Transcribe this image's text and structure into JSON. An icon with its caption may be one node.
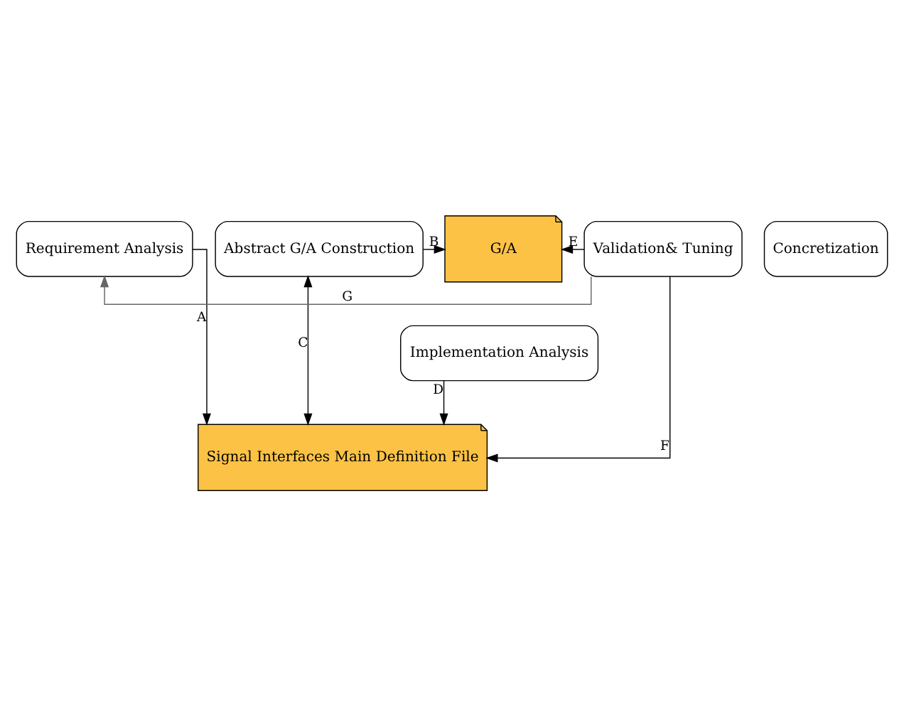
{
  "diagram": {
    "nodes": [
      {
        "text": [
          "Requirement Analysis"
        ]
      },
      {
        "text": [
          "Abstract G/A Construction"
        ]
      },
      {
        "text": [
          "Concretization"
        ]
      },
      {
        "text": [
          "Validation& Tuning"
        ]
      },
      {
        "text": [
          "Implementation Analysis"
        ]
      },
      {
        "text": [
          "G/A"
        ]
      },
      {
        "text": [
          "Signal Interfaces Main Definition File"
        ]
      }
    ],
    "edges": [
      {
        "from": 3,
        "to": 0,
        "arrow": "to",
        "label": "G",
        "color": "#666666"
      },
      {
        "from": 1,
        "to": 5,
        "arrow": "to",
        "label": "B"
      },
      {
        "from": 3,
        "to": 5,
        "arrow": "to",
        "label": "E"
      },
      {
        "from": 0,
        "to": 6,
        "arrow": "to",
        "label": "A"
      },
      {
        "from": 1,
        "to": 6,
        "arrow": "both",
        "label": "C"
      },
      {
        "from": 4,
        "to": 6,
        "arrow": "to",
        "label": "D"
      },
      {
        "from": 3,
        "to": 6,
        "arrow": "to",
        "label": "F"
      }
    ]
  }
}
